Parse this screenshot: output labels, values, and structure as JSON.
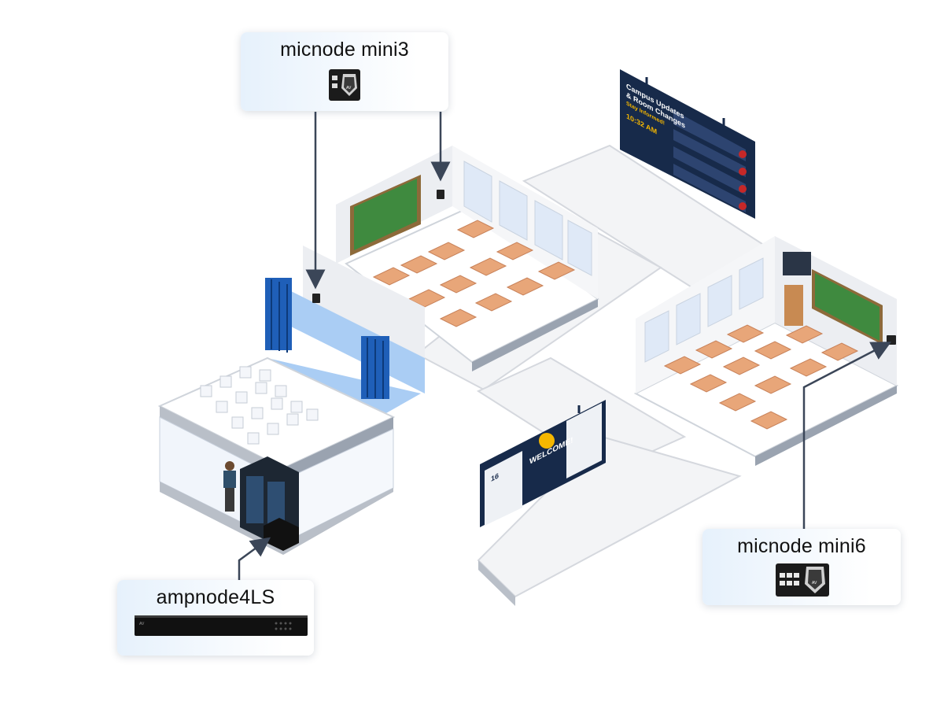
{
  "callouts": {
    "mini3": {
      "label": "micnode mini3",
      "device_icon": "micnode-mini3-icon"
    },
    "mini6": {
      "label": "micnode mini6",
      "device_icon": "micnode-mini6-icon"
    },
    "amp": {
      "label": "ampnode4LS",
      "device_icon": "ampnode4ls-icon"
    }
  },
  "signage": {
    "corridor": {
      "title_line1": "Campus Updates",
      "title_line2": "& Room Changes",
      "subtitle": "Stay Informed!",
      "time": "10:32 AM"
    },
    "lobby": {
      "headline": "WELCOME!",
      "date": "16"
    }
  },
  "colors": {
    "arrow": "#3b4658",
    "chalkboard": "#3f8a3f",
    "desk": "#e8a679",
    "floor": "#ffffff",
    "wall": "#eceef2",
    "curtain": "#1f5fb8",
    "sign_bg": "#172a4a",
    "sign_accent": "#f5b700"
  }
}
